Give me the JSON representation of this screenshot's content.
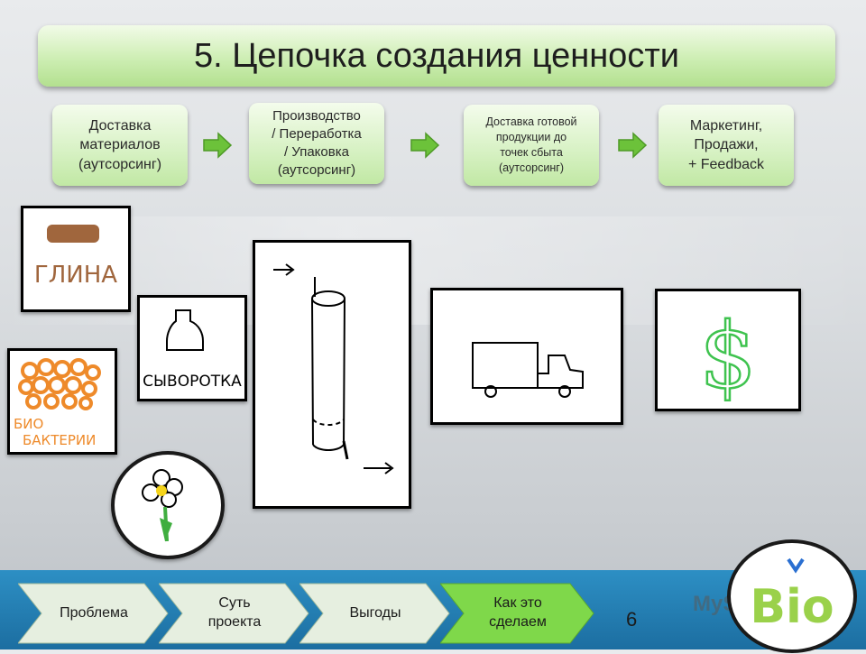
{
  "title": "5. Цепочка создания ценности",
  "steps": [
    {
      "label": "Доставка\nматериалов\n(аутсорсинг)"
    },
    {
      "label": "Производство\n/ Переработка\n/ Упаковка\n(аутсорсинг)"
    },
    {
      "label": "Доставка готовой\nпродукции до\nточек сбыта\n(аутсорсинг)"
    },
    {
      "label": "Маркетинг,\nПродажи,\n+ Feedback"
    }
  ],
  "drawings": {
    "clay_label": "ГЛИНА",
    "whey_label": "СЫВОРОТКА",
    "bacteria_label_1": "БИО",
    "bacteria_label_2": "БАКТЕРИИ",
    "dollar_symbol": "$"
  },
  "nav": {
    "items": [
      {
        "label": "Проблема"
      },
      {
        "label": "Суть\nпроекта"
      },
      {
        "label": "Выгоды"
      },
      {
        "label": "Как это\nсделаем"
      }
    ]
  },
  "page_number": "6",
  "watermark": "MyShared",
  "logo": {
    "text": "Bio"
  },
  "colors": {
    "step_green": "#cdeeb3",
    "arrow_green": "#6cc23a",
    "footer_blue": "#1c6ea1",
    "nav_active": "#7fd84a",
    "nav_inactive": "#e6efe0",
    "clay_brown": "#a0663d",
    "bacteria_orange": "#ee8a2a",
    "dollar_green": "#3fc34f"
  }
}
